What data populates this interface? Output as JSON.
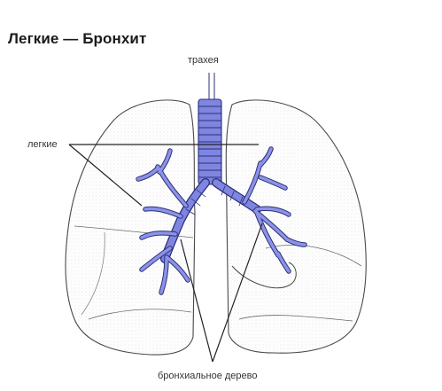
{
  "diagram": {
    "title": "Легкие — Бронхит",
    "labels": {
      "trachea": "трахея",
      "lungs": "легкие",
      "bronchial_tree": "бронхиальное дерево"
    },
    "colors": {
      "bronchi_fill": "#7f86e0",
      "bronchi_stroke": "#2b2f7a",
      "lung_outline": "#4a4a4a",
      "lung_texture": "#c9c9c9"
    }
  }
}
